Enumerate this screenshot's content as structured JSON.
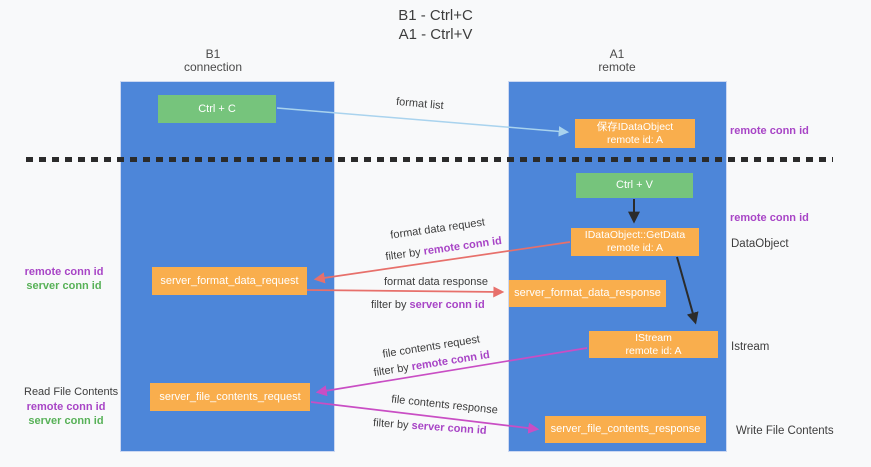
{
  "title": {
    "line1": "B1 - Ctrl+C",
    "line2": "A1 - Ctrl+V"
  },
  "columns": {
    "left": {
      "line1": "B1",
      "line2": "connection"
    },
    "right": {
      "line1": "A1",
      "line2": "remote"
    }
  },
  "boxes": {
    "ctrl_c": "Ctrl + C",
    "ctrl_v": "Ctrl + V",
    "save_idataobject": {
      "line1": "保存IDataObject",
      "line2": "remote id: A"
    },
    "getdata": {
      "line1": "IDataObject::GetData",
      "line2": "remote id: A"
    },
    "istream": {
      "line1": "IStream",
      "line2": "remote id: A"
    },
    "format_request": "server_format_data_request",
    "format_response": "server_format_data_response",
    "file_request": "server_file_contents_request",
    "file_response": "server_file_contents_response"
  },
  "labels": {
    "format_list": "format list",
    "format_data_request": "format data request",
    "format_data_response": "format data response",
    "file_contents_request": "file contents request",
    "file_contents_response": "file contents response",
    "filter_by": "filter by ",
    "remote_conn_id": "remote conn id",
    "server_conn_id": "server conn id",
    "read_file_contents": "Read File Contents",
    "write_file_contents": "Write File Contents",
    "dataobject": "DataObject",
    "istream_side": "Istream"
  },
  "colors": {
    "bg": "#f8f9fa",
    "lane_blue": "#4d86d9",
    "lane_border": "#ccd8f2",
    "green_box": "#76c47c",
    "orange_box": "#f9ae4d",
    "box_text": "#ffffff",
    "text_dark": "#3d3d3d",
    "purple_text": "#a845c6",
    "green_text": "#57b157",
    "arrow_red": "#e7706b",
    "arrow_magenta": "#c94ec4",
    "arrow_blue": "#a9d3ee",
    "arrow_black": "#2b2b2b"
  }
}
